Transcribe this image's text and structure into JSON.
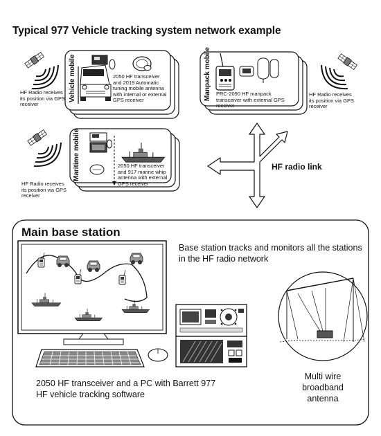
{
  "title": "Typical 977 Vehicle tracking system network example",
  "vehicle": {
    "label": "Vehicle mobile",
    "caption": "2050 HF transceiver and 2019 Automatic tuning mobile antenna with internal or external GPS receiver",
    "gps_note": "HF Radio receives its position via GPS receiver"
  },
  "manpack": {
    "label": "Manpack mobile",
    "caption": "PRC-2090 HF manpack transceiver with external GPS receiver",
    "gps_note": "HF Radio receives its position via GPS receiver"
  },
  "maritime": {
    "label": "Maritime mobile",
    "caption": "2050 HF transceiver and 917 marine whip antenna with external GPS receiver",
    "gps_note": "HF Radio receives its position via GPS receiver"
  },
  "hf_link": "HF radio link",
  "base": {
    "title": "Main base station",
    "description": "Base station tracks and monitors all the stations in the HF radio network",
    "pc_caption": "2050 HF transceiver and a PC with Barrett 977 HF vehicle tracking software",
    "antenna_caption": "Multi wire broadband antenna"
  }
}
